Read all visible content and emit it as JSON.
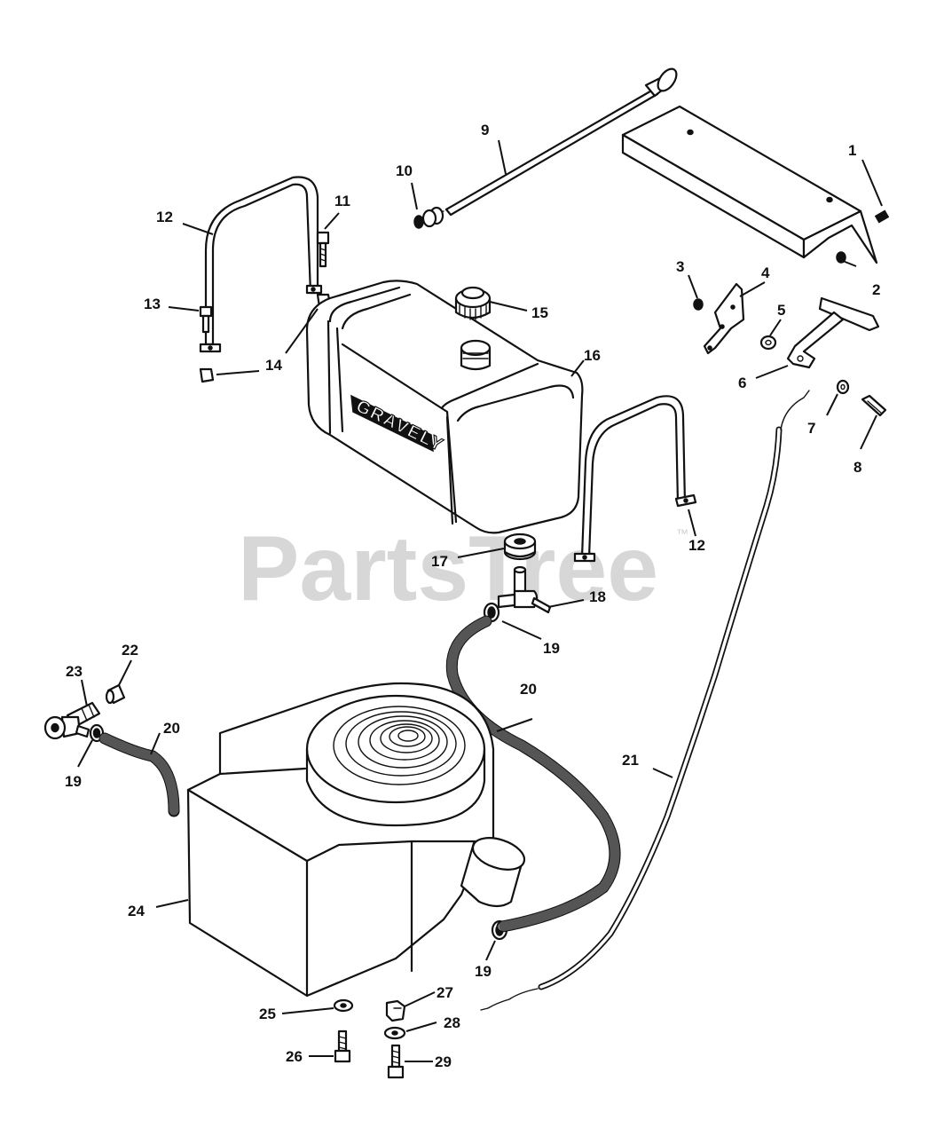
{
  "watermark": {
    "text": "PartsTree",
    "tm": "™"
  },
  "tank_brand": "GRAVELY",
  "callouts": [
    {
      "id": "1",
      "text": "1"
    },
    {
      "id": "2",
      "text": "2"
    },
    {
      "id": "3",
      "text": "3"
    },
    {
      "id": "4",
      "text": "4"
    },
    {
      "id": "5",
      "text": "5"
    },
    {
      "id": "6",
      "text": "6"
    },
    {
      "id": "7",
      "text": "7"
    },
    {
      "id": "8",
      "text": "8"
    },
    {
      "id": "9",
      "text": "9"
    },
    {
      "id": "10",
      "text": "10"
    },
    {
      "id": "11",
      "text": "11"
    },
    {
      "id": "12a",
      "text": "12"
    },
    {
      "id": "12b",
      "text": "12"
    },
    {
      "id": "13",
      "text": "13"
    },
    {
      "id": "14",
      "text": "14"
    },
    {
      "id": "15",
      "text": "15"
    },
    {
      "id": "16",
      "text": "16"
    },
    {
      "id": "17",
      "text": "17"
    },
    {
      "id": "18",
      "text": "18"
    },
    {
      "id": "19a",
      "text": "19"
    },
    {
      "id": "19b",
      "text": "19"
    },
    {
      "id": "19c",
      "text": "19"
    },
    {
      "id": "20a",
      "text": "20"
    },
    {
      "id": "20b",
      "text": "20"
    },
    {
      "id": "21",
      "text": "21"
    },
    {
      "id": "22",
      "text": "22"
    },
    {
      "id": "23",
      "text": "23"
    },
    {
      "id": "24",
      "text": "24"
    },
    {
      "id": "25",
      "text": "25"
    },
    {
      "id": "26",
      "text": "26"
    },
    {
      "id": "27",
      "text": "27"
    },
    {
      "id": "28",
      "text": "28"
    },
    {
      "id": "29",
      "text": "29"
    }
  ]
}
